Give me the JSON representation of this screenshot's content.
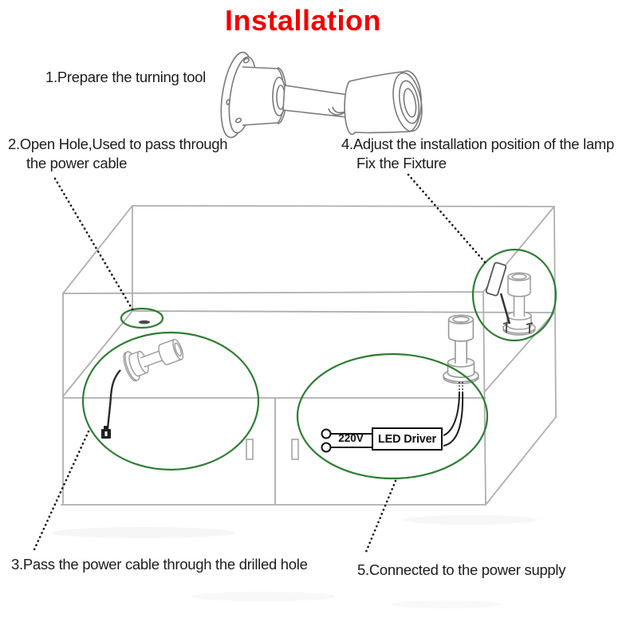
{
  "title": "Installation",
  "steps": [
    {
      "id": 1,
      "label": "1.Prepare the turning tool"
    },
    {
      "id": 2,
      "label": "2.Open Hole,Used to pass through",
      "label2": "the power cable"
    },
    {
      "id": 3,
      "label": "3.Pass the power cable through the drilled hole"
    },
    {
      "id": 4,
      "label": "4.Adjust the installation position of the lamp",
      "label2": "Fix the Fixture"
    },
    {
      "id": 5,
      "label": "5.Connected to the power supply"
    }
  ],
  "power": {
    "voltage": "220V",
    "driver": "LED Driver"
  },
  "colors": {
    "title_red": "#f20000",
    "highlight_green": "#2e7d32",
    "cabinet_line_gray": "#aeaeae",
    "ink_black": "#1c1c1c"
  }
}
